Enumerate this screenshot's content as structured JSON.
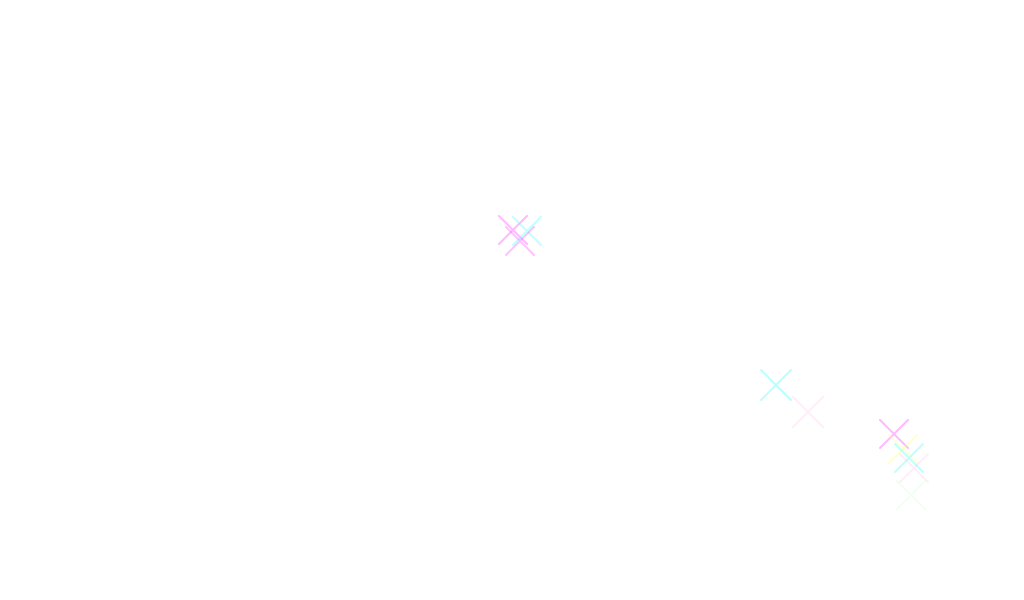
{
  "page": {
    "background": "#ffffff"
  },
  "palette": {
    "magenta": "#ff66ff",
    "cyan": "#66ffff",
    "pink": "#ffc6ee",
    "yellow": "#ffff88",
    "green": "#ccffcc"
  },
  "markers": [
    {
      "icon": "cross-icon",
      "color": "magenta"
    },
    {
      "icon": "cross-icon",
      "color": "cyan"
    },
    {
      "icon": "cross-icon",
      "color": "magenta"
    },
    {
      "icon": "cross-icon",
      "color": "cyan"
    },
    {
      "icon": "cross-icon",
      "color": "pink"
    },
    {
      "icon": "cross-icon",
      "color": "magenta"
    },
    {
      "icon": "cross-icon",
      "color": "yellow"
    },
    {
      "icon": "cross-icon",
      "color": "cyan"
    },
    {
      "icon": "cross-icon",
      "color": "pink"
    },
    {
      "icon": "cross-icon",
      "color": "green"
    }
  ]
}
